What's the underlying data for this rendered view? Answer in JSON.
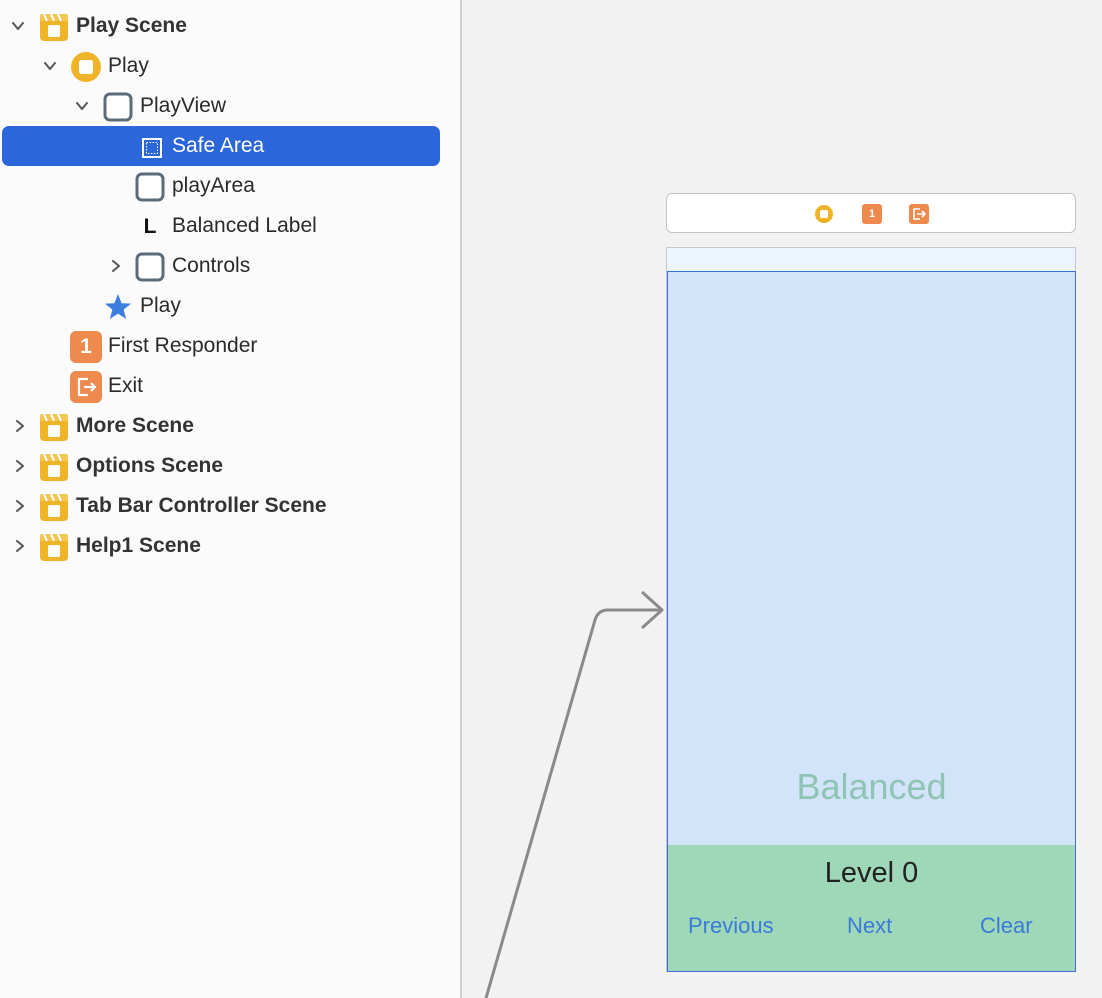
{
  "outline": {
    "scenes": [
      {
        "label": "Play Scene",
        "expanded": true
      },
      {
        "label": "More Scene",
        "expanded": false
      },
      {
        "label": "Options Scene",
        "expanded": false
      },
      {
        "label": "Tab Bar Controller Scene",
        "expanded": false
      },
      {
        "label": "Help1 Scene",
        "expanded": false
      }
    ],
    "play_controller": {
      "label": "Play",
      "expanded": true
    },
    "play_view": {
      "label": "PlayView",
      "expanded": true
    },
    "safe_area": {
      "label": "Safe Area",
      "selected": true
    },
    "play_area": {
      "label": "playArea"
    },
    "balanced_label_item": {
      "label": "Balanced Label",
      "glyph": "L"
    },
    "controls_item": {
      "label": "Controls",
      "expanded": false
    },
    "play_entry": {
      "label": "Play"
    },
    "first_responder": {
      "label": "First Responder",
      "glyph": "1"
    },
    "exit": {
      "label": "Exit"
    }
  },
  "canvas": {
    "dock_icons": [
      "view-controller-icon",
      "first-responder-icon",
      "exit-icon"
    ],
    "dock_first_responder_glyph": "1",
    "balanced_text": "Balanced",
    "level_text": "Level 0",
    "buttons": {
      "previous": "Previous",
      "next": "Next",
      "clear": "Clear"
    }
  },
  "colors": {
    "selection": "#2c66db",
    "scene_icon": "#f0b429",
    "controller_icon": "#f0b429",
    "responder_icon": "#ef8a4f",
    "safe_area_fill": "#d1e4fa",
    "controls_fill": "#9fd8b9",
    "button_text": "#3a7ad8",
    "balanced_text": "#8fc4b4"
  }
}
